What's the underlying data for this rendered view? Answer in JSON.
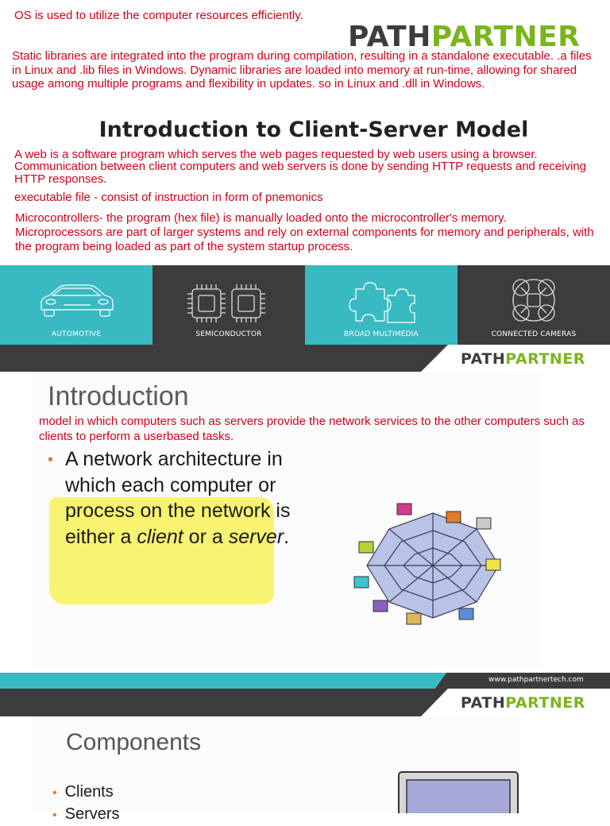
{
  "notes": {
    "os": "OS is used to utilize the computer resources efficiently.",
    "libraries": " Static libraries are integrated into the program during compilation, resulting in a standalone executable.  .a files in Linux and .lib files in Windows. Dynamic libraries are loaded into memory at run-time, allowing for shared usage among multiple programs and flexibility in updates. so in Linux and .dll in Windows.",
    "web": "A web is a software program which serves the web pages requested by web users using a browser.",
    "http": "Communication between client computers and web servers is done by sending HTTP requests and receiving HTTP responses.",
    "executable": "executable file - consist of instruction in form of pnemonics",
    "micro": "Microcontrollers- the program (hex file) is manually loaded onto the microcontroller's memory. Microprocessors are part of larger systems and rely on external components for memory and peripherals, with the program being loaded as part of the system startup process.",
    "model": "model in which computers such as servers provide the network services to the other computers such as clients to perform a userbased tasks."
  },
  "brand": {
    "part1": "PATH",
    "part2": "PARTNER"
  },
  "slide1": {
    "title": "Introduction to Client-Server Model"
  },
  "industries": [
    {
      "label": "AUTOMOTIVE",
      "icon": "car-icon"
    },
    {
      "label": "SEMICONDUCTOR",
      "icon": "chip-icon"
    },
    {
      "label": "BROAD MULTIMEDIA",
      "icon": "puzzle-icon"
    },
    {
      "label": "CONNECTED CAMERAS",
      "icon": "drone-icon"
    }
  ],
  "slide2": {
    "title": "Introduction",
    "bullet_plain": "A network architecture in which each computer or process on the network is either a ",
    "client": "client",
    "or_a": " or a ",
    "server": "server",
    "period": "."
  },
  "footer": {
    "url": "www.pathpartnertech.com"
  },
  "slide3": {
    "title": "Components",
    "items": [
      "Clients",
      "Servers"
    ]
  },
  "colors": {
    "teal": "#39b9c1",
    "dark": "#3c3c3c",
    "brand_green": "#7ab51d",
    "note_red": "#d0021b",
    "highlight": "#f8f370"
  }
}
